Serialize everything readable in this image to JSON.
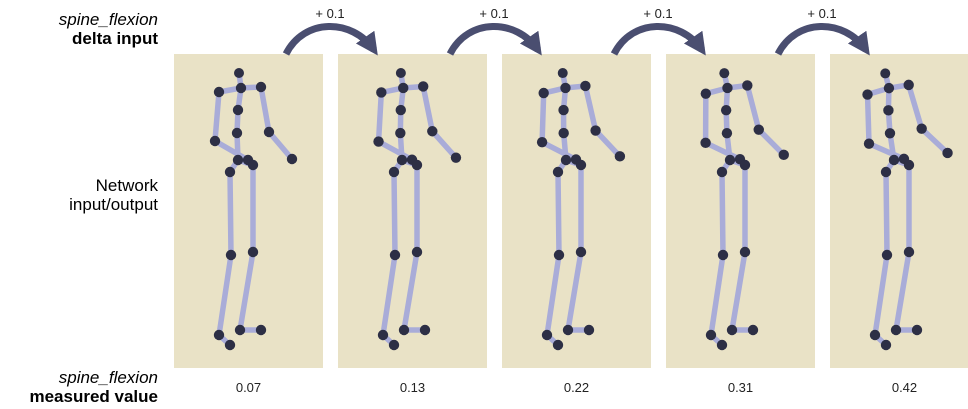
{
  "labels": {
    "top_italic": "spine_flexion",
    "top_bold": "delta input",
    "middle_line1": "Network",
    "middle_line2": "input/output",
    "bottom_italic": "spine_flexion",
    "bottom_bold": "measured value"
  },
  "deltas": [
    "+ 0.1",
    "+ 0.1",
    "+ 0.1",
    "+ 0.1"
  ],
  "frames": [
    {
      "value": "0.07",
      "lean": 0.0
    },
    {
      "value": "0.13",
      "lean": 0.07
    },
    {
      "value": "0.22",
      "lean": 0.14
    },
    {
      "value": "0.31",
      "lean": 0.22
    },
    {
      "value": "0.42",
      "lean": 0.32
    }
  ],
  "colors": {
    "panel": "#e9e2c6",
    "arrow": "#4a4e70",
    "bone": "#a9acd8",
    "joint": "#2d2f45"
  }
}
